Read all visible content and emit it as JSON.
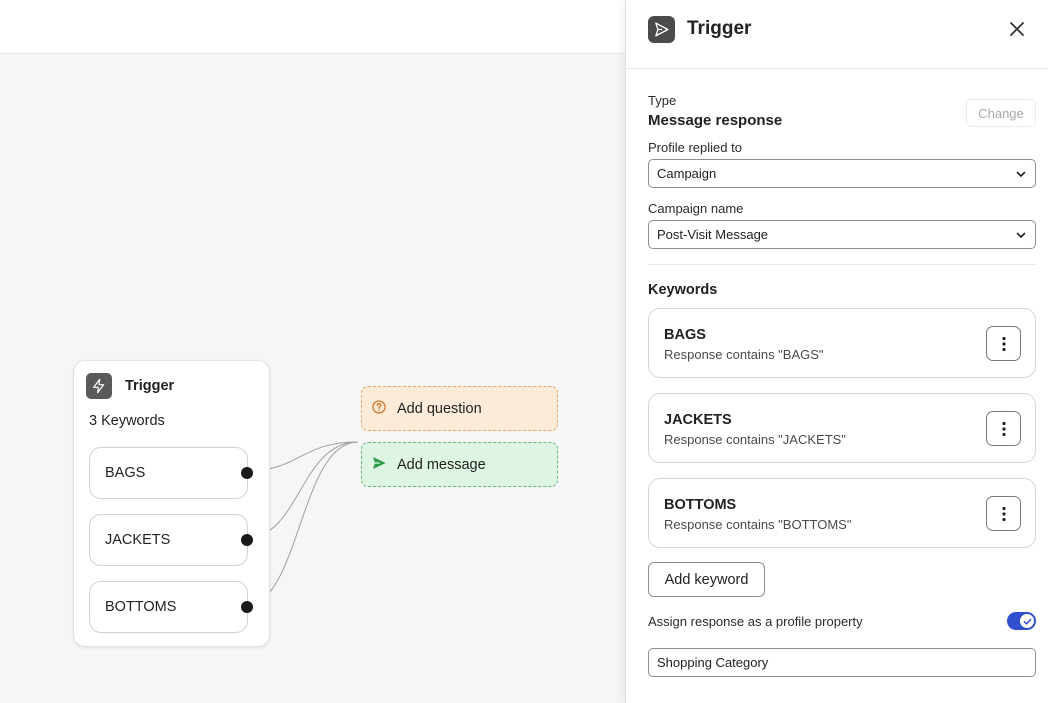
{
  "canvas": {
    "trigger_node": {
      "title": "Trigger",
      "keyword_count": "3 Keywords",
      "keywords": [
        "BAGS",
        "JACKETS",
        "BOTTOMS"
      ]
    },
    "add_question_label": "Add question",
    "add_message_label": "Add message"
  },
  "panel": {
    "title": "Trigger",
    "type_label": "Type",
    "type_value": "Message response",
    "change_label": "Change",
    "profile_replied_label": "Profile replied to",
    "profile_replied_value": "Campaign",
    "campaign_name_label": "Campaign name",
    "campaign_name_value": "Post-Visit Message",
    "keywords_heading": "Keywords",
    "keywords": [
      {
        "name": "BAGS",
        "desc": "Response contains \"BAGS\""
      },
      {
        "name": "JACKETS",
        "desc": "Response contains \"JACKETS\""
      },
      {
        "name": "BOTTOMS",
        "desc": "Response contains \"BOTTOMS\""
      }
    ],
    "add_keyword_label": "Add keyword",
    "assign_label": "Assign response as a profile property",
    "assign_enabled": true,
    "property_value": "Shopping Category"
  },
  "colors": {
    "accent": "#2f4fcf",
    "question_bg": "#fcebd8",
    "question_border": "#e4a868",
    "message_bg": "#def5e3",
    "message_border": "#67b97b"
  },
  "icons": {
    "trigger_node": "lightning-icon",
    "panel_header": "send-icon",
    "close": "close-icon",
    "question": "question-circle-icon",
    "message": "send-icon",
    "select": "chevron-down-icon",
    "keyword_menu": "more-vertical-icon",
    "toggle": "check-icon"
  }
}
